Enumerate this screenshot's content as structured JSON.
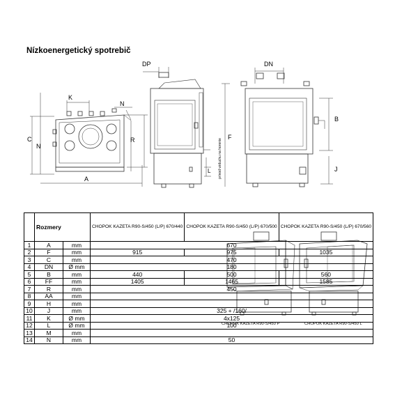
{
  "title": "Nízkoenergetický spotrebič",
  "drawing_labels": {
    "DP": "DP",
    "DN": "DN",
    "K": "K",
    "N": "N",
    "C": "C",
    "R": "R",
    "A": "A",
    "F": "F",
    "B": "B",
    "J": "J",
    "L": "L",
    "air_inlet": "prívod vzduchu na horenie"
  },
  "table": {
    "header_label": "Rozmery",
    "columns": [
      "CHOPOK KAZETA R90-S/450 (L/P) 670/440",
      "CHOPOK KAZETA R90-S/450 (L/P) 670/500",
      "CHOPOK KAZETA R90-S/450 (L/P) 670/560"
    ],
    "rows": [
      {
        "n": "1",
        "sym": "A",
        "unit": "mm",
        "vals": [
          "670"
        ]
      },
      {
        "n": "2",
        "sym": "F",
        "unit": "mm",
        "vals": [
          "915",
          "975",
          "1035"
        ]
      },
      {
        "n": "3",
        "sym": "C",
        "unit": "mm",
        "vals": [
          "470"
        ]
      },
      {
        "n": "4",
        "sym": "DN",
        "unit": "Ø mm",
        "vals": [
          "180"
        ]
      },
      {
        "n": "5",
        "sym": "B",
        "unit": "mm",
        "vals": [
          "440",
          "500",
          "560"
        ]
      },
      {
        "n": "6",
        "sym": "FF",
        "unit": "mm",
        "vals": [
          "1405",
          "1465",
          "1585"
        ]
      },
      {
        "n": "7",
        "sym": "R",
        "unit": "mm",
        "vals": [
          "450"
        ]
      },
      {
        "n": "8",
        "sym": "AA",
        "unit": "mm",
        "vals": [
          ""
        ]
      },
      {
        "n": "9",
        "sym": "H",
        "unit": "mm",
        "vals": [
          ""
        ]
      },
      {
        "n": "10",
        "sym": "J",
        "unit": "mm",
        "vals": [
          "325 + /160/"
        ]
      },
      {
        "n": "11",
        "sym": "K",
        "unit": "Ø mm",
        "vals": [
          "4x125"
        ]
      },
      {
        "n": "12",
        "sym": "L",
        "unit": "Ø mm",
        "vals": [
          "100"
        ]
      },
      {
        "n": "13",
        "sym": "M",
        "unit": "mm",
        "vals": [
          ""
        ]
      },
      {
        "n": "14",
        "sym": "N",
        "unit": "mm",
        "vals": [
          "50"
        ]
      }
    ]
  },
  "captions": {
    "left": "CHOPOK KAZETA R90-S/450 P",
    "right": "CHOPOK KAZETA R90-S/450 L"
  }
}
